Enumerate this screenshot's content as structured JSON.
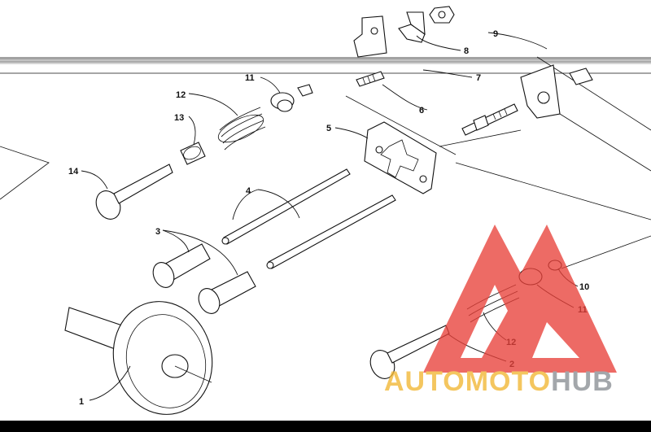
{
  "diagram": {
    "callouts": [
      "1",
      "2",
      "3",
      "4",
      "5",
      "6",
      "7",
      "8",
      "9",
      "10",
      "11",
      "11",
      "12",
      "12",
      "13",
      "14"
    ]
  },
  "watermark": {
    "part1": "AUTO",
    "part2": "MOTO",
    "part3": "HUB",
    "colors": {
      "triangle": "#e8413a",
      "auto": "#f2b733",
      "moto": "#f2b733",
      "hub": "#8a8f94"
    }
  }
}
